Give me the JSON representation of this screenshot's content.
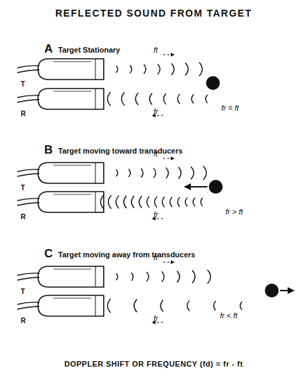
{
  "diagram": {
    "title": "REFLECTED SOUND FROM TARGET",
    "caption": "DOPPLER SHIFT OR FREQUENCY (fd) = fr - ft",
    "labels": [
      "A",
      "Target Stationary",
      "T",
      "R",
      "ft",
      "fr",
      "fr = ft",
      "B",
      "Target moving toward transducers",
      "T",
      "R",
      "ft",
      "fr",
      "fr > ft",
      "C",
      "Target moving away from transducers",
      "T",
      "R",
      "ft",
      "fr",
      "fr < ft"
    ]
  }
}
